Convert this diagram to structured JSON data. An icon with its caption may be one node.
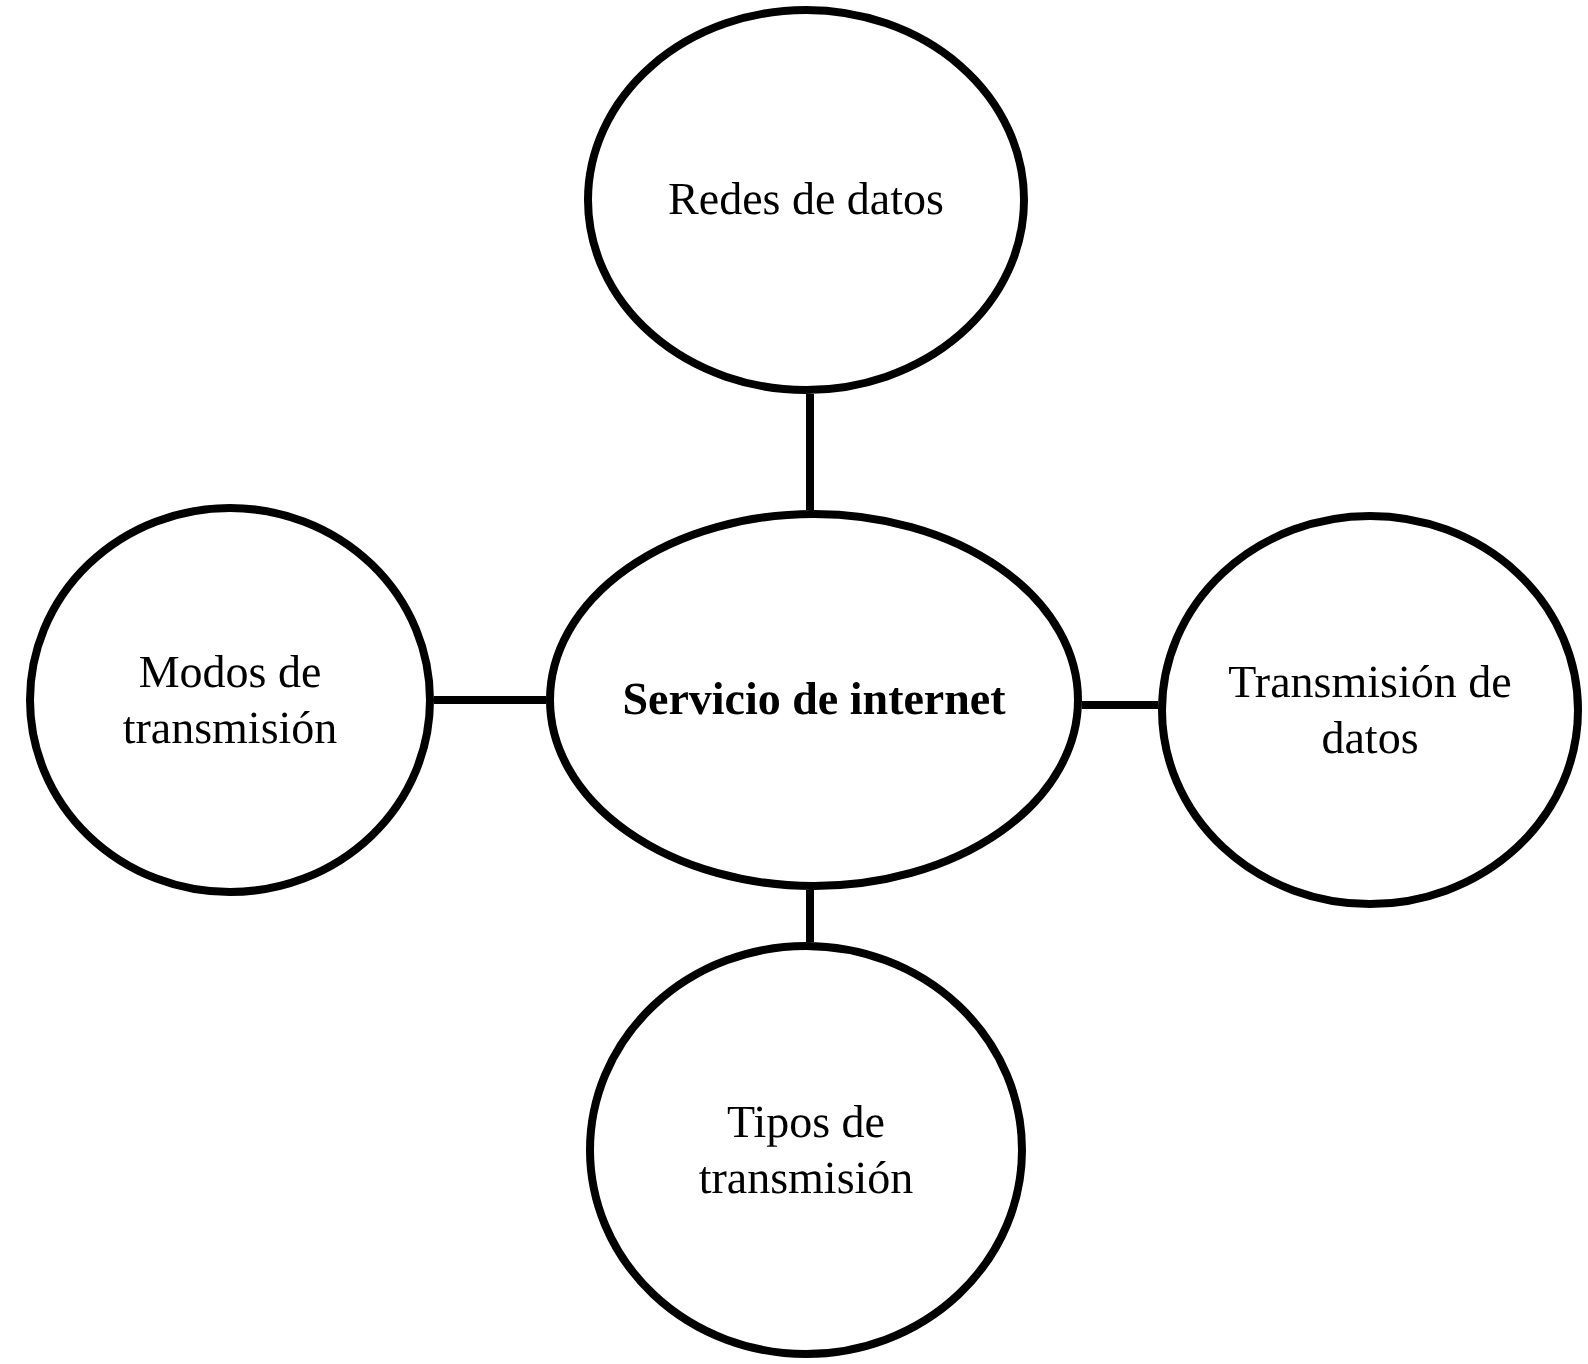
{
  "diagram": {
    "nodes": [
      {
        "text": [
          "Servicio de internet"
        ]
      },
      {
        "text": [
          "Redes de datos"
        ]
      },
      {
        "text": [
          "Modos de transmisión"
        ]
      },
      {
        "text": [
          "Transmisión de datos"
        ]
      },
      {
        "text": [
          "Tipos de transmisión"
        ]
      }
    ],
    "edges": [
      {
        "from": 0,
        "to": 1,
        "arrow": "none"
      },
      {
        "from": 0,
        "to": 2,
        "arrow": "none"
      },
      {
        "from": 0,
        "to": 3,
        "arrow": "none"
      },
      {
        "from": 0,
        "to": 4,
        "arrow": "none"
      }
    ]
  }
}
